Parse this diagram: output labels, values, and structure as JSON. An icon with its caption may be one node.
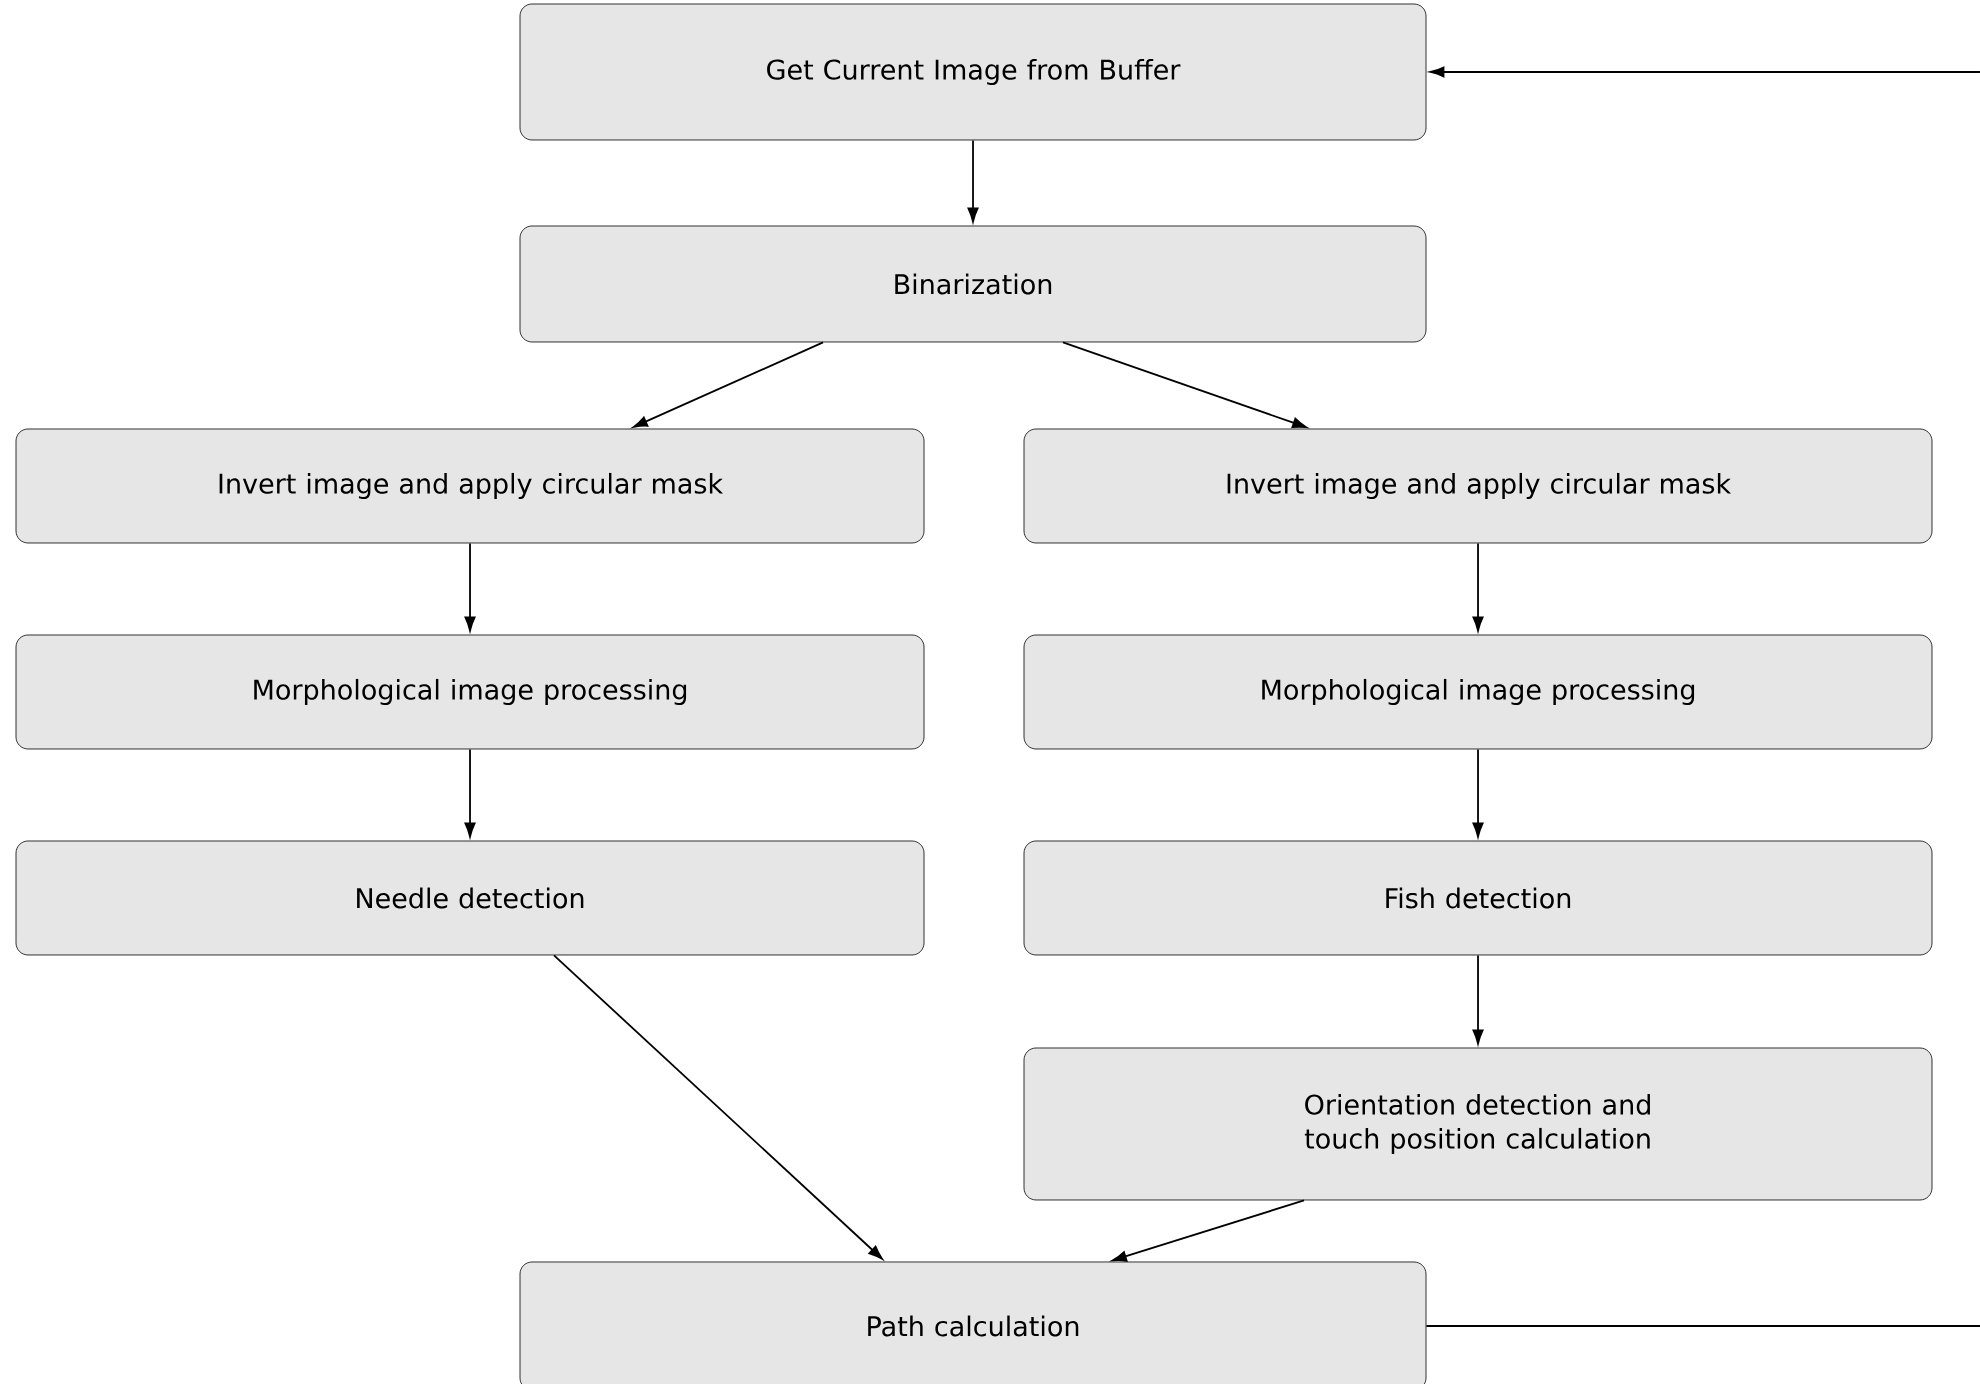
{
  "diagram": {
    "nodes": [
      {
        "text": [
          "Get Current Image from Buffer"
        ]
      },
      {
        "text": [
          "Binarization"
        ]
      },
      {
        "text": [
          "Invert image and apply circular mask"
        ]
      },
      {
        "text": [
          "Invert image and apply circular mask"
        ]
      },
      {
        "text": [
          "Morphological image processing"
        ]
      },
      {
        "text": [
          "Morphological image processing"
        ]
      },
      {
        "text": [
          "Needle detection"
        ]
      },
      {
        "text": [
          "Fish detection"
        ]
      },
      {
        "text": [
          "Orientation detection and touch position calculation"
        ]
      },
      {
        "text": [
          "Path calculation"
        ]
      }
    ],
    "edges": [
      {
        "from": 0,
        "to": 1,
        "arrow": "to"
      },
      {
        "from": 1,
        "to": 2,
        "arrow": "to"
      },
      {
        "from": 1,
        "to": 3,
        "arrow": "to"
      },
      {
        "from": 2,
        "to": 4,
        "arrow": "to"
      },
      {
        "from": 3,
        "to": 5,
        "arrow": "to"
      },
      {
        "from": 4,
        "to": 6,
        "arrow": "to"
      },
      {
        "from": 5,
        "to": 7,
        "arrow": "to"
      },
      {
        "from": 7,
        "to": 8,
        "arrow": "to"
      },
      {
        "from": 6,
        "to": 9,
        "arrow": "to"
      },
      {
        "from": 8,
        "to": 9,
        "arrow": "to"
      },
      {
        "from": 9,
        "to": null,
        "arrow": "none"
      },
      {
        "from": null,
        "to": 0,
        "arrow": "to"
      }
    ]
  }
}
